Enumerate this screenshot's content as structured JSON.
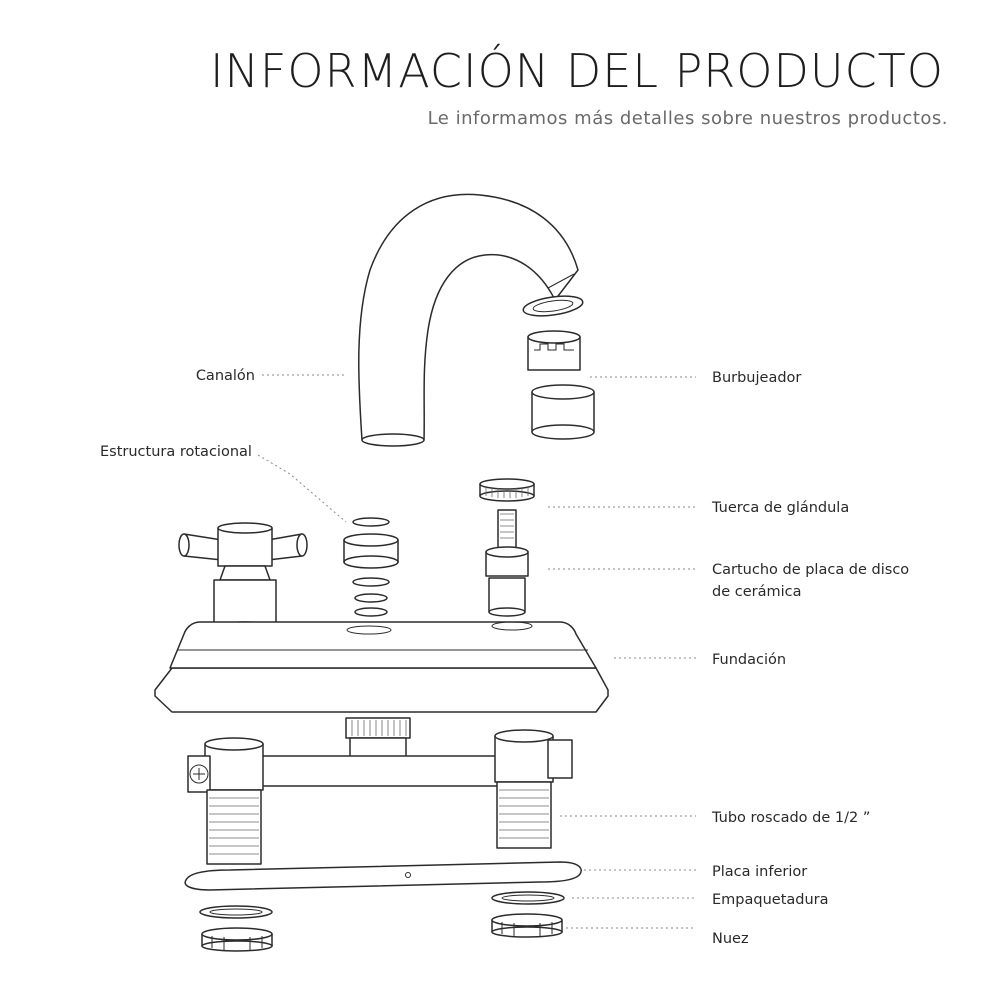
{
  "header": {
    "title": "INFORMACIÓN DEL PRODUCTO",
    "subtitle": "Le informamos más detalles sobre nuestros productos."
  },
  "labels": {
    "spout": "Canalón",
    "aerator": "Burbujeador",
    "rotational_structure": "Estructura rotacional",
    "gland_nut": "Tuerca de glándula",
    "cartridge_line1": "Cartucho de placa de disco",
    "cartridge_line2": "de cerámica",
    "base": "Fundación",
    "threaded_tube": "Tubo roscado de 1/2 ”",
    "bottom_plate": "Placa inferior",
    "gasket": "Empaquetadura",
    "nut": "Nuez"
  },
  "colors": {
    "line": "#2b2b2b",
    "leader": "#8a8a8a",
    "title": "#1e1e1e",
    "subtitle": "#6a6a6a"
  }
}
